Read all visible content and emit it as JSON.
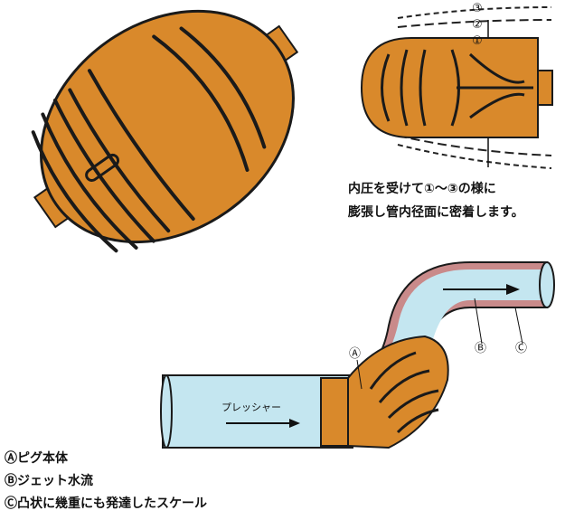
{
  "caption": {
    "line1": "内圧を受けて①～③の様に",
    "line2": "膨張し管内径面に密着します。"
  },
  "expansion_marks": [
    "③",
    "②",
    "①"
  ],
  "pipe_label": "プレッシャー",
  "callouts": {
    "a": "Ⓐ",
    "b": "Ⓑ",
    "c": "Ⓒ"
  },
  "legend": [
    "Ⓐピグ本体",
    "Ⓑジェット水流",
    "Ⓒ凸状に幾重にも発達したスケール"
  ],
  "colors": {
    "pig": "#d9892b",
    "pipe": "#c4e6f0",
    "scale": "#c98a8a",
    "outline": "#1a1a1a"
  }
}
